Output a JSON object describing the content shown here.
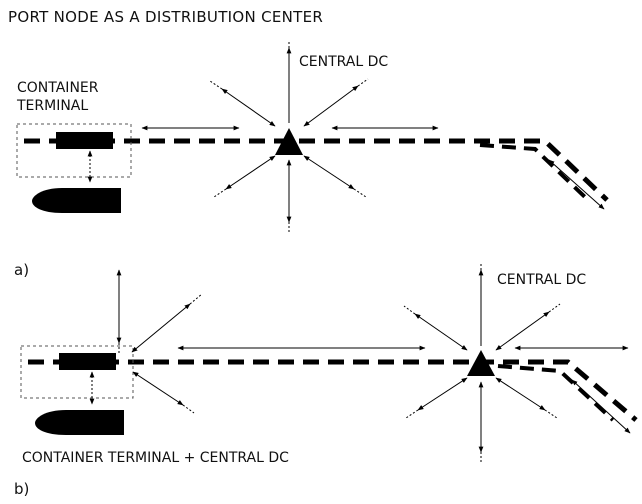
{
  "title": "PORT NODE AS A DISTRIBUTION CENTER",
  "panel_a": {
    "label": "a)",
    "central_dc_label": "CENTRAL DC",
    "container_terminal_line1": "CONTAINER",
    "container_terminal_line2": "TERMINAL"
  },
  "panel_b": {
    "label": "b)",
    "central_dc_label": "CENTRAL DC",
    "container_terminal_caption": "CONTAINER TERMINAL + CENTRAL DC"
  },
  "colors": {
    "line": "#000000",
    "box_border": "#555555",
    "background": "#ffffff"
  }
}
